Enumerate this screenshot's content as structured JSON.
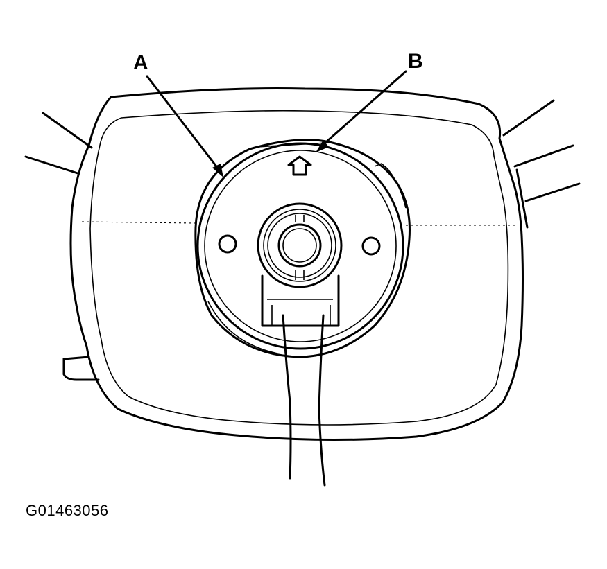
{
  "diagram": {
    "callouts": {
      "a": "A",
      "b": "B"
    },
    "figure_id": "G01463056"
  }
}
